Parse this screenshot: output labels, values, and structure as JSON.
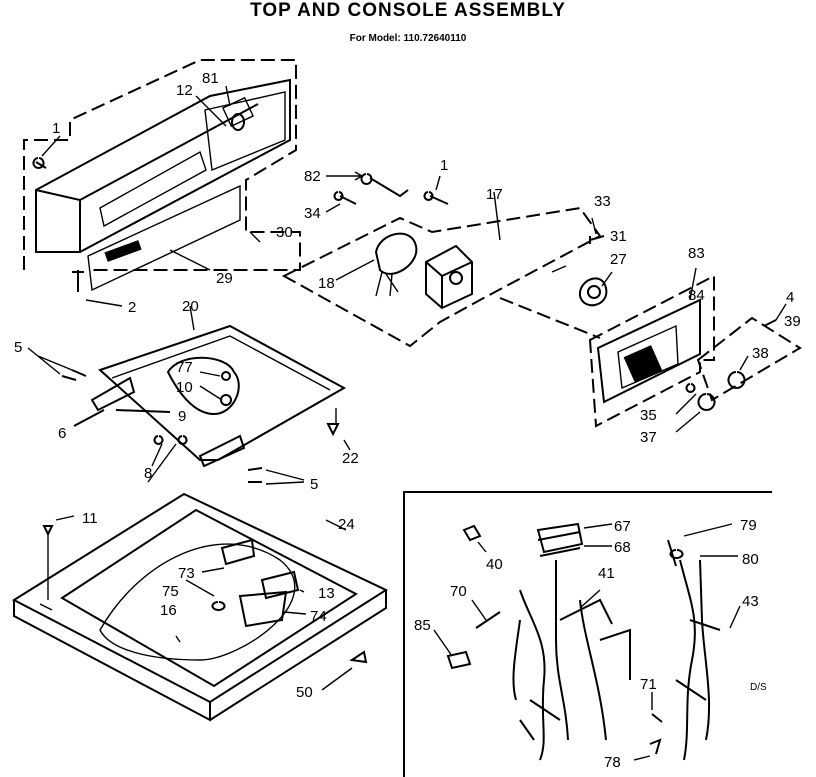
{
  "title": "TOP AND CONSOLE ASSEMBLY",
  "model": "For Model: 110.72640110",
  "corner_note": "D/S",
  "callouts": [
    "1",
    "12",
    "81",
    "82",
    "1",
    "17",
    "33",
    "31",
    "27",
    "34",
    "30",
    "29",
    "2",
    "18",
    "83",
    "84",
    "4",
    "39",
    "38",
    "35",
    "37",
    "20",
    "5",
    "77",
    "10",
    "6",
    "9",
    "8",
    "22",
    "5",
    "11",
    "24",
    "73",
    "13",
    "75",
    "16",
    "74",
    "50",
    "40",
    "67",
    "68",
    "79",
    "80",
    "70",
    "41",
    "43",
    "85",
    "71",
    "78"
  ]
}
